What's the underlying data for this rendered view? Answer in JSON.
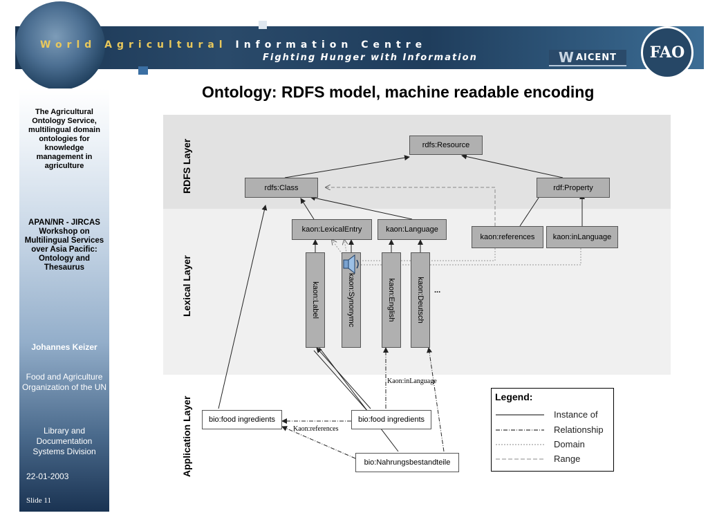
{
  "banner": {
    "title_part1": "World",
    "title_part2": "Agricultural",
    "title_part3": "Information Centre",
    "subtitle": "Fighting Hunger with Information",
    "waicent": "AICENT",
    "fao_logo": "FAO"
  },
  "sidebar": {
    "title": "The Agricultural Ontology Service, multilingual domain ontologies for knowledge management in agriculture",
    "workshop": "APAN/NR - JIRCAS Workshop on Multilingual Services over Asia Pacific: Ontology and Thesaurus",
    "author": "Johannes Keizer",
    "org": "Food and Agriculture Organization of the UN",
    "division": "Library and Documentation Systems Division",
    "date": "22-01-2003",
    "slide": "Slide 11"
  },
  "slide_title": "Ontology: RDFS model, machine readable encoding",
  "diagram": {
    "layers": {
      "rdfs": "RDFS Layer",
      "lexical": "Lexical Layer",
      "application": "Application Layer"
    },
    "nodes": {
      "rdfs_resource": "rdfs:Resource",
      "rdfs_class": "rdfs:Class",
      "rdf_property": "rdf:Property",
      "kaon_lexicalentry": "kaon:LexicalEntry",
      "kaon_language": "kaon:Language",
      "kaon_references": "kaon:references",
      "kaon_inlanguage": "kaon:inLanguage",
      "kaon_label": "kaon:Label",
      "kaon_synonym": "kaon:Synonymc",
      "kaon_english": "kaon:English",
      "kaon_deutsch": "kaon:Deutsch",
      "ellipsis": "...",
      "bio_food_left": "bio:food ingredients",
      "bio_food_right": "bio:food ingredients",
      "bio_nahrung": "bio:Nahrungsbestandteile"
    },
    "edge_labels": {
      "inlanguage": "Kaon:inLanguage",
      "references": "Kaon:references"
    }
  },
  "legend": {
    "title": "Legend:",
    "items": [
      {
        "label": "Instance of",
        "style": "solid"
      },
      {
        "label": "Relationship",
        "style": "dash-dot"
      },
      {
        "label": "Domain",
        "style": "dotted"
      },
      {
        "label": "Range",
        "style": "dashed"
      }
    ]
  },
  "colors": {
    "node_fill": "#b0b0b0",
    "rdfs_layer": "#e2e2e2",
    "lexical_layer": "#f0f0f0",
    "banner": "#1f3d5c"
  }
}
